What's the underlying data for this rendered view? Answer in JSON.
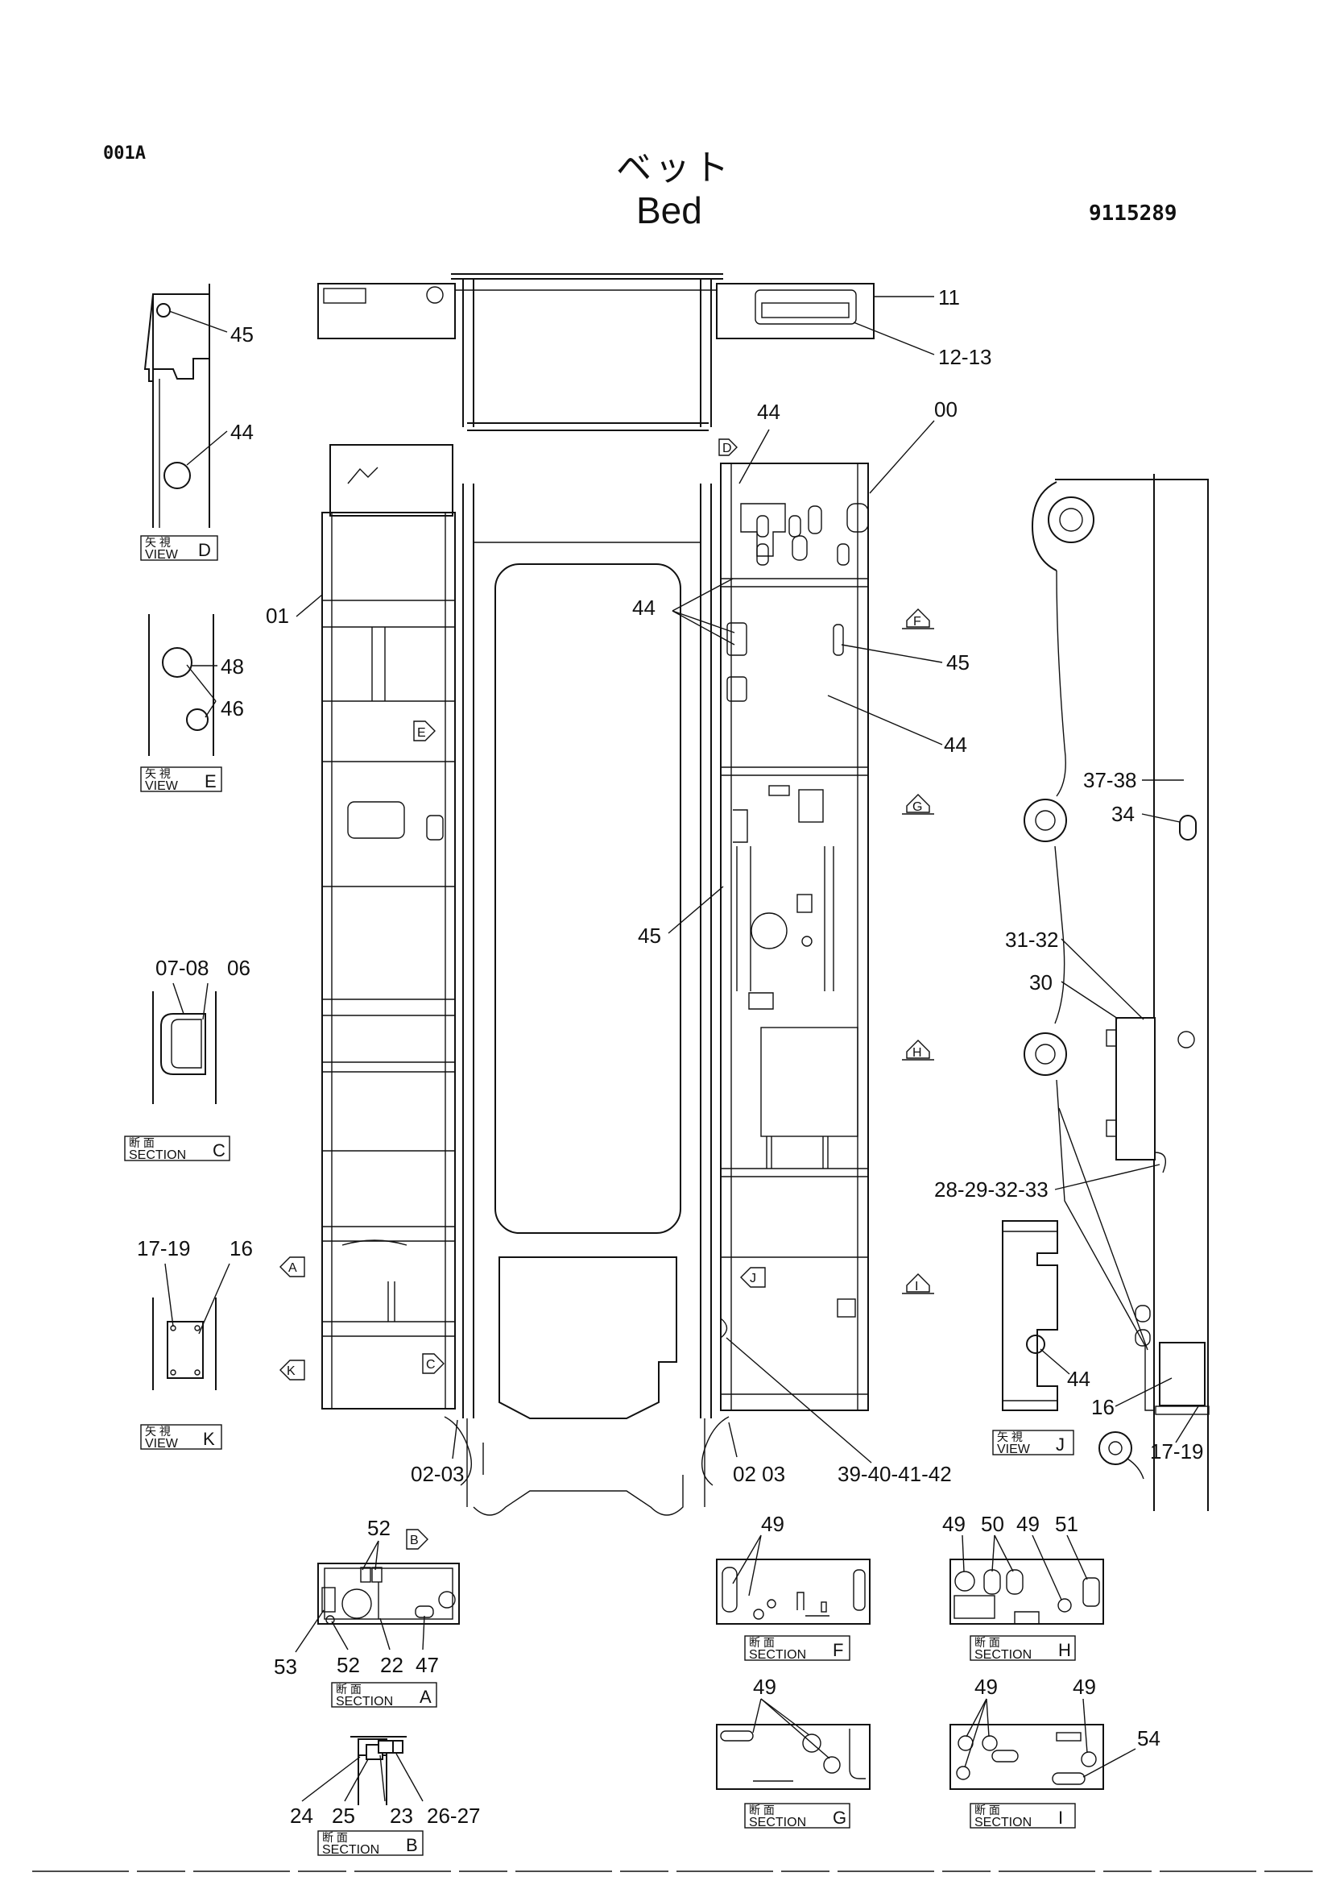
{
  "header": {
    "sheet_code": "001A",
    "title_ja": "ベット",
    "title_en": "Bed",
    "part_number": "9115289"
  },
  "main_view": {
    "callouts": {
      "c11": "11",
      "c12_13": "12-13",
      "c00": "00",
      "c01": "01",
      "c44_top": "44",
      "c44_triple": "44",
      "c45_right": "45",
      "c44_right": "44",
      "c45_mid": "45",
      "c02_03_left": "02-03",
      "c02_03_right": "02 03",
      "c39_42": "39-40-41-42"
    },
    "view_refs": {
      "D": "D",
      "F": "F",
      "E": "E",
      "G": "G",
      "H": "H",
      "A": "A",
      "I": "I",
      "J": "J",
      "C": "C",
      "K": "K",
      "B": "B"
    }
  },
  "side_view": {
    "callouts": {
      "c37_38": "37-38",
      "c34": "34",
      "c31_32": "31-32",
      "c30": "30",
      "c28_33": "28-29-32-33",
      "c16": "16",
      "c17_19": "17-19"
    }
  },
  "views": {
    "view_d": {
      "label_ja": "矢 視",
      "label_en": "VIEW",
      "id": "D",
      "callouts": [
        "45",
        "44"
      ]
    },
    "view_e": {
      "label_ja": "矢 視",
      "label_en": "VIEW",
      "id": "E",
      "callouts": [
        "48",
        "46"
      ]
    },
    "section_c": {
      "label_ja": "断 面",
      "label_en": "SECTION",
      "id": "C",
      "callouts": [
        "07-08",
        "06"
      ]
    },
    "view_k": {
      "label_ja": "矢 視",
      "label_en": "VIEW",
      "id": "K",
      "callouts": [
        "17-19",
        "16"
      ]
    },
    "view_j": {
      "label_ja": "矢 視",
      "label_en": "VIEW",
      "id": "J",
      "callouts": [
        "44"
      ]
    },
    "section_a": {
      "label_ja": "断 面",
      "label_en": "SECTION",
      "id": "A",
      "callouts": [
        "52",
        "53",
        "52",
        "22",
        "47"
      ]
    },
    "section_b": {
      "label_ja": "断 面",
      "label_en": "SECTION",
      "id": "B",
      "callouts": [
        "24",
        "25",
        "23",
        "26-27"
      ]
    },
    "section_f": {
      "label_ja": "断 面",
      "label_en": "SECTION",
      "id": "F",
      "callouts": [
        "49"
      ]
    },
    "section_h": {
      "label_ja": "断 面",
      "label_en": "SECTION",
      "id": "H",
      "callouts": [
        "49",
        "50",
        "49",
        "51"
      ]
    },
    "section_g": {
      "label_ja": "断 面",
      "label_en": "SECTION",
      "id": "G",
      "callouts": [
        "49"
      ]
    },
    "section_i": {
      "label_ja": "断 面",
      "label_en": "SECTION",
      "id": "I",
      "callouts": [
        "49",
        "49",
        "54"
      ]
    }
  }
}
